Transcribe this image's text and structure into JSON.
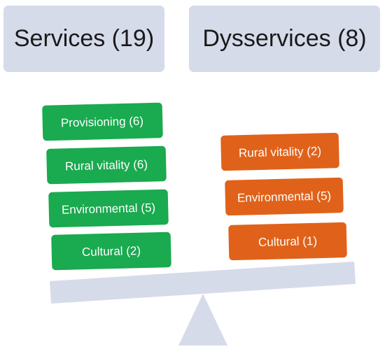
{
  "headers": {
    "services": "Services (19)",
    "dysservices": "Dysservices (8)"
  },
  "services": {
    "color": "#1aaa4f",
    "items": [
      {
        "label": "Provisioning (6)"
      },
      {
        "label": "Rural vitality (6)"
      },
      {
        "label": "Environmental (5)"
      },
      {
        "label": "Cultural (2)"
      }
    ]
  },
  "dysservices": {
    "color": "#e0621a",
    "items": [
      {
        "label": "Rural vitality (2)"
      },
      {
        "label": "Environmental (5)"
      },
      {
        "label": "Cultural (1)"
      }
    ]
  },
  "balance": {
    "color": "#d6dbea"
  }
}
